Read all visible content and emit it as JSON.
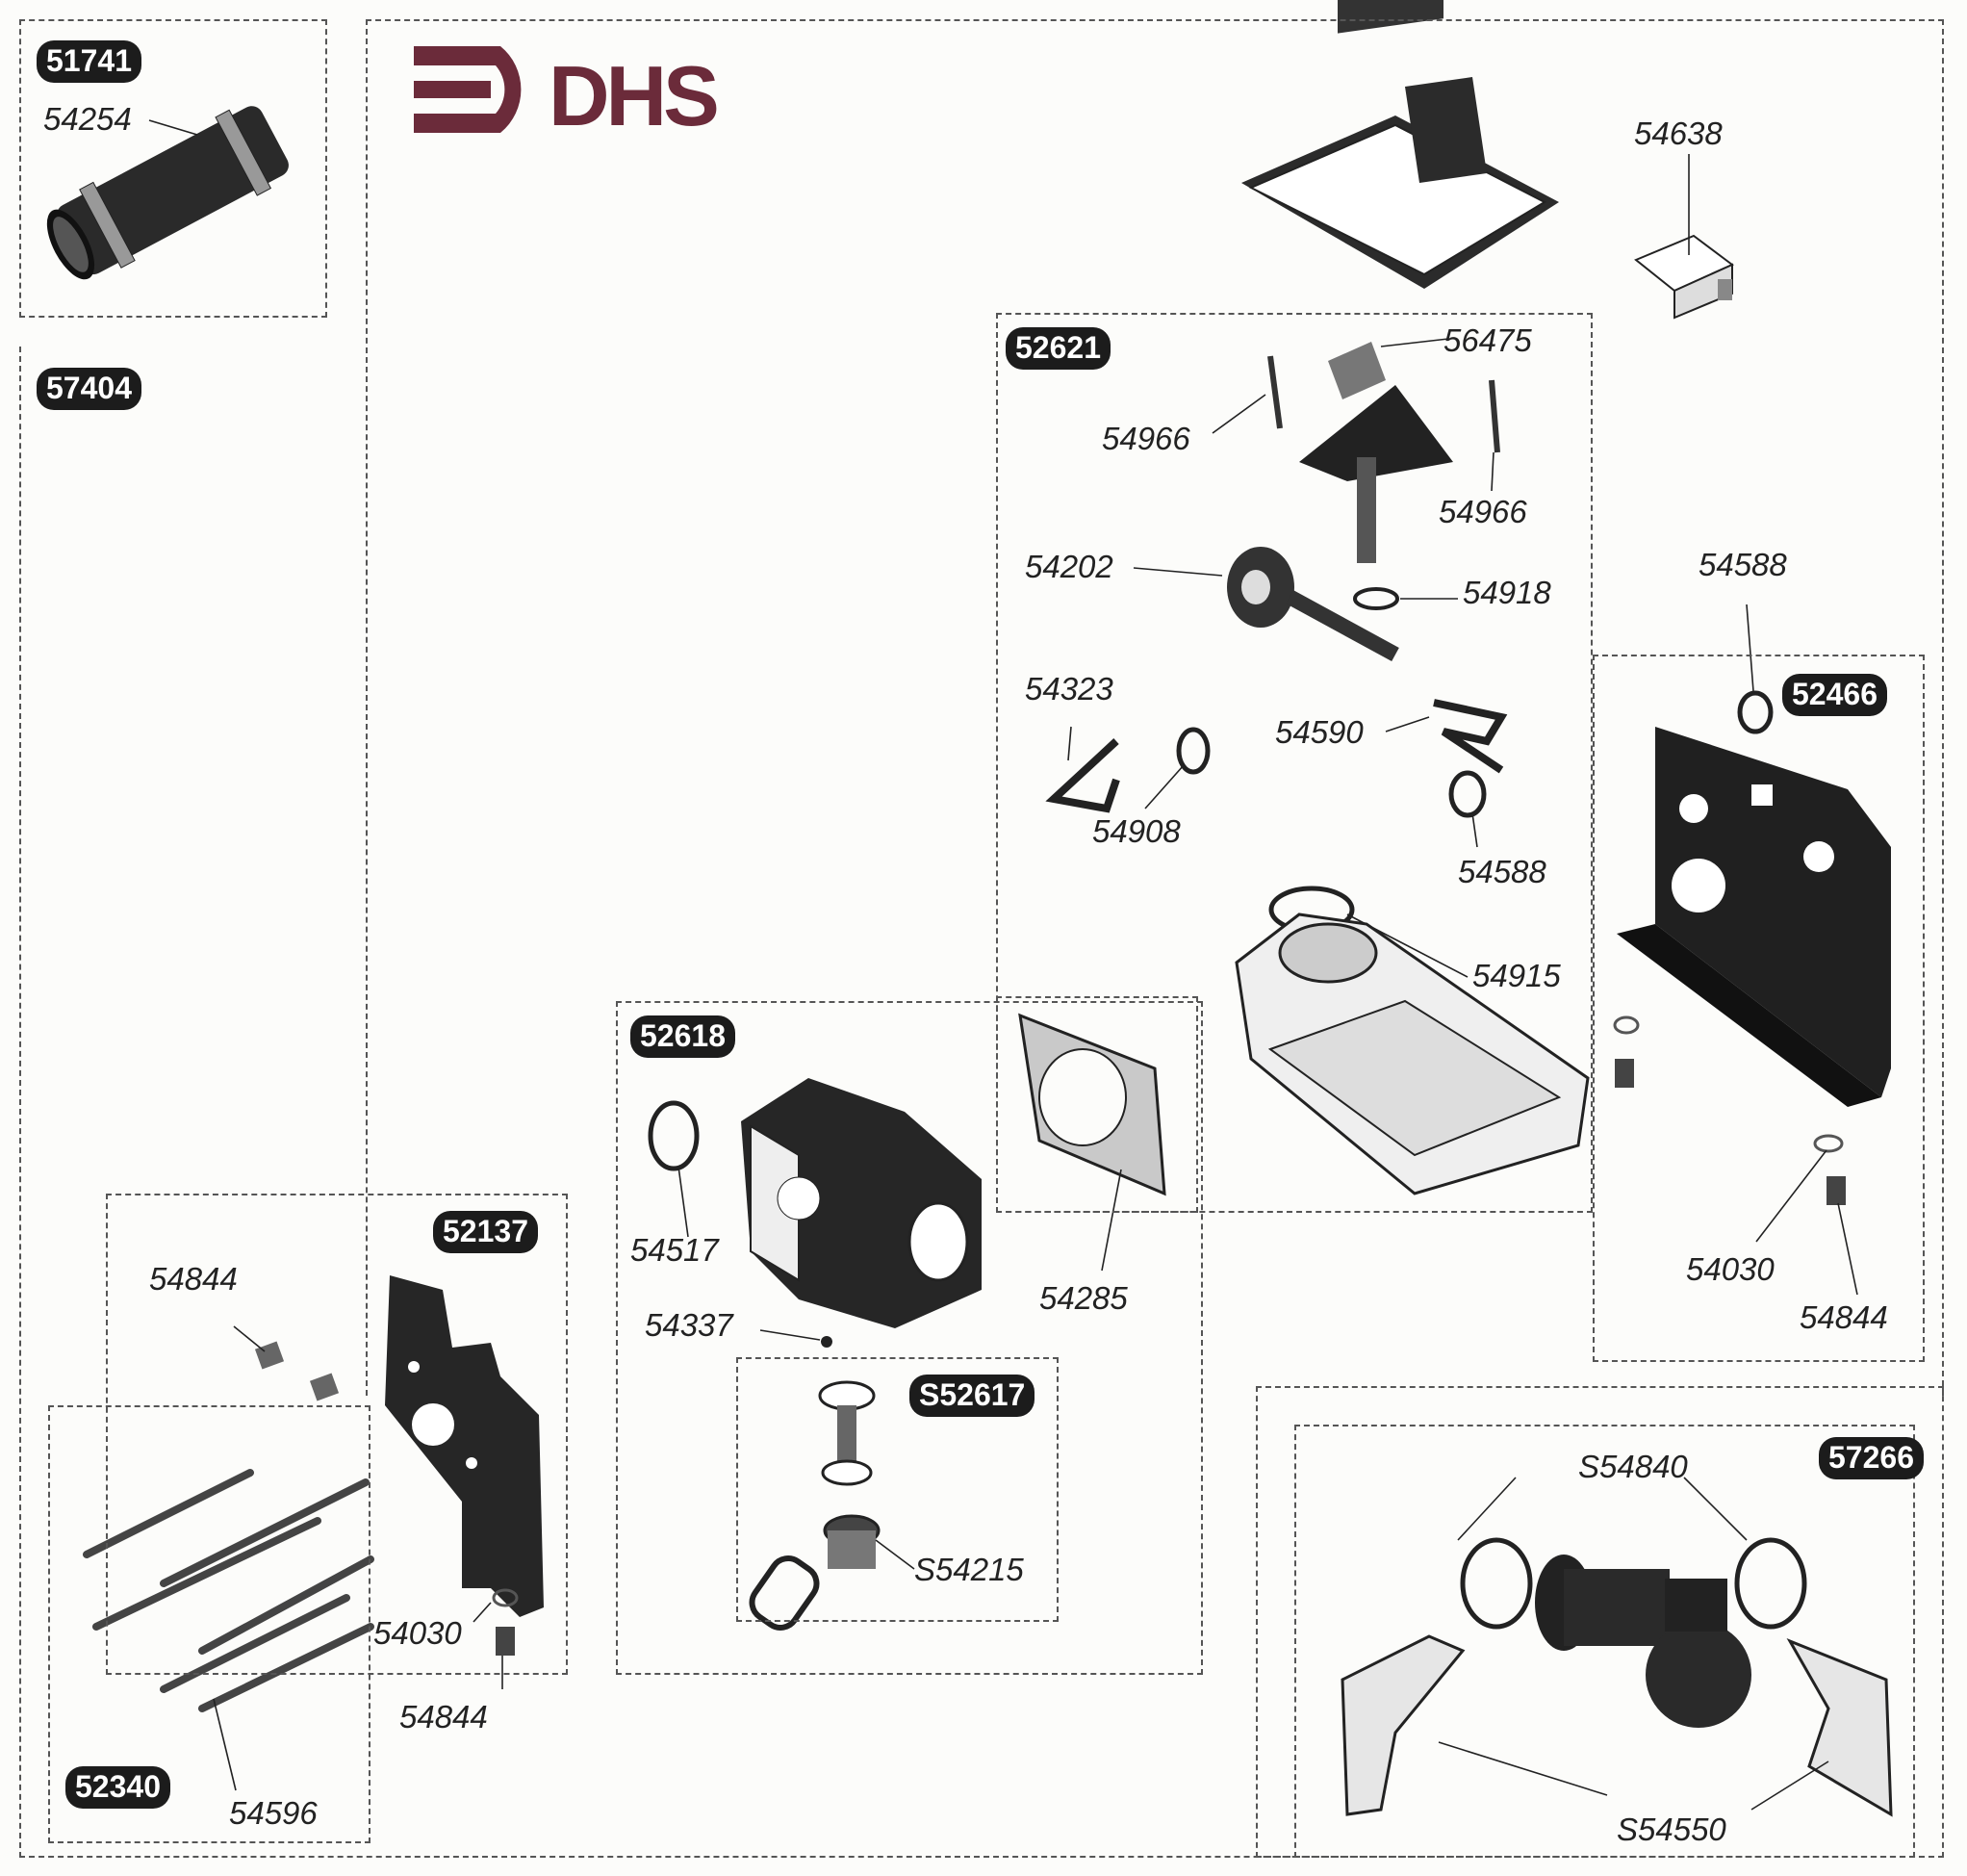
{
  "brand": {
    "logo_text": "DHS",
    "color": "#6b2b3a"
  },
  "assemblies": [
    {
      "id": "51741"
    },
    {
      "id": "57404"
    },
    {
      "id": "52621"
    },
    {
      "id": "52466"
    },
    {
      "id": "52618"
    },
    {
      "id": "52137"
    },
    {
      "id": "52340"
    },
    {
      "id": "S52617"
    },
    {
      "id": "57266"
    }
  ],
  "parts": [
    "54254",
    "54638",
    "56475",
    "54966",
    "54966",
    "54202",
    "54918",
    "54588",
    "54323",
    "54908",
    "54590",
    "54588",
    "54915",
    "54517",
    "54285",
    "54337",
    "S54215",
    "54030",
    "54844",
    "54844",
    "54030",
    "54844",
    "54596",
    "S54840",
    "S54550"
  ]
}
